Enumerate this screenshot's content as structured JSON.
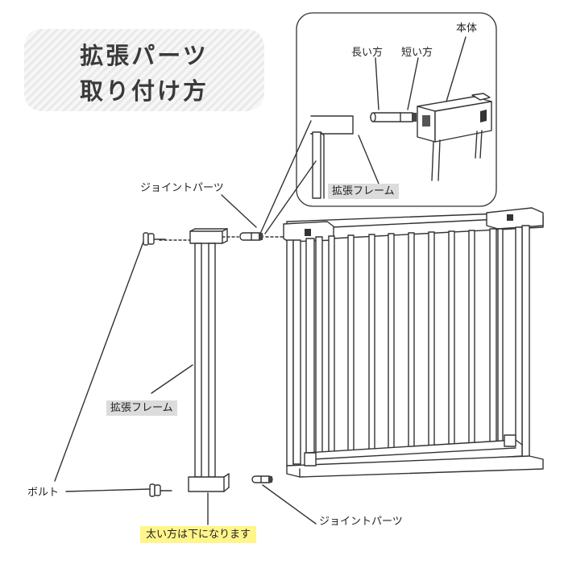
{
  "title": {
    "line1": "拡張パーツ",
    "line2": "取り付け方"
  },
  "inset": {
    "main_body_label": "本体",
    "long_side_label": "長い方",
    "short_side_label": "短い方",
    "extension_frame_label": "拡張フレーム"
  },
  "labels": {
    "joint_parts_top": "ジョイントパーツ",
    "extension_frame": "拡張フレーム",
    "bolt": "ボルト",
    "joint_parts_bottom": "ジョイントパーツ",
    "note": "太い方は下になります"
  },
  "colors": {
    "line": "#333333",
    "note_highlight": "#fff58a",
    "label_highlight": "#dcdcdc",
    "title_stripe": "#e9e9e9"
  }
}
